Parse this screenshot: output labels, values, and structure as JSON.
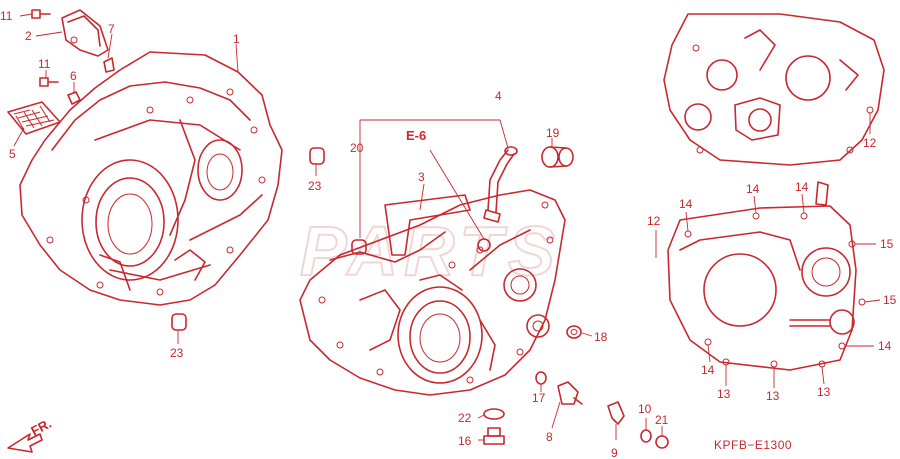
{
  "diagram": {
    "watermark": "PARTS",
    "drawing_code": "KPFB−E1300",
    "reference": "E-6",
    "front_marker": "FR.",
    "callouts": [
      {
        "id": "c11a",
        "text": "11"
      },
      {
        "id": "c2",
        "text": "2"
      },
      {
        "id": "c7",
        "text": "7"
      },
      {
        "id": "c1",
        "text": "1"
      },
      {
        "id": "c11b",
        "text": "11"
      },
      {
        "id": "c6",
        "text": "6"
      },
      {
        "id": "c5",
        "text": "5"
      },
      {
        "id": "c23a",
        "text": "23"
      },
      {
        "id": "c23b",
        "text": "23"
      },
      {
        "id": "c4",
        "text": "4"
      },
      {
        "id": "c20",
        "text": "20"
      },
      {
        "id": "c19",
        "text": "19"
      },
      {
        "id": "c3",
        "text": "3"
      },
      {
        "id": "c18",
        "text": "18"
      },
      {
        "id": "c17",
        "text": "17"
      },
      {
        "id": "c8",
        "text": "8"
      },
      {
        "id": "c22",
        "text": "22"
      },
      {
        "id": "c16",
        "text": "16"
      },
      {
        "id": "c9",
        "text": "9"
      },
      {
        "id": "c10",
        "text": "10"
      },
      {
        "id": "c21",
        "text": "21"
      },
      {
        "id": "c12a",
        "text": "12"
      },
      {
        "id": "c12b",
        "text": "12"
      },
      {
        "id": "c14a",
        "text": "14"
      },
      {
        "id": "c14b",
        "text": "14"
      },
      {
        "id": "c14c",
        "text": "14"
      },
      {
        "id": "c15a",
        "text": "15"
      },
      {
        "id": "c15b",
        "text": "15"
      },
      {
        "id": "c14d",
        "text": "14"
      },
      {
        "id": "c14e",
        "text": "14"
      },
      {
        "id": "c13a",
        "text": "13"
      },
      {
        "id": "c13b",
        "text": "13"
      },
      {
        "id": "c13c",
        "text": "13"
      }
    ]
  }
}
